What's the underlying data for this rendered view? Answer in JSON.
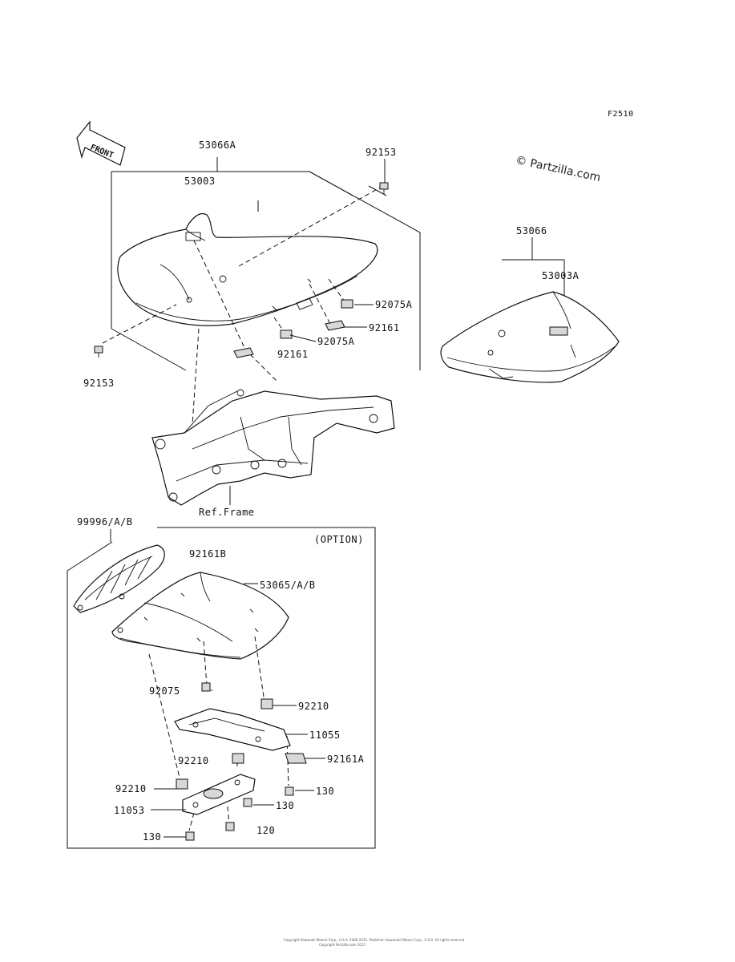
{
  "figure_code": "F2510",
  "watermark": "© Partzilla.com",
  "front_label": "FRONT",
  "ref_frame_label": "Ref.Frame",
  "option_label": "(OPTION)",
  "footer_line1": "Copyright Kawasaki Motors Corp., U.S.A. 2006-2015. Publisher: Kawasaki Motors Corp., U.S.A. All rights reserved.",
  "footer_line2": "Copyright Partzilla.com 2015",
  "parts": {
    "p53066A": "53066A",
    "p53003": "53003",
    "p92153_top": "92153",
    "p92153_left": "92153",
    "p92075A_1": "92075A",
    "p92161_1": "92161",
    "p92161_2": "92161",
    "p92075A_2": "92075A",
    "p53066": "53066",
    "p53003A": "53003A",
    "p99996": "99996/A/B",
    "p92161B": "92161B",
    "p53065": "53065/A/B",
    "p92075": "92075",
    "p92210_1": "92210",
    "p11055": "11055",
    "p92161A": "92161A",
    "p92210_2": "92210",
    "p92210_3": "92210",
    "p130_1": "130",
    "p11053": "11053",
    "p130_2": "130",
    "p130_3": "130",
    "p120": "120"
  }
}
